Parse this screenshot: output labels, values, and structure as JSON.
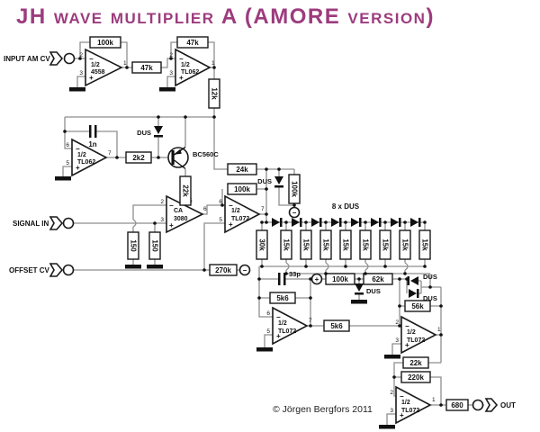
{
  "colors": {
    "title": "#9c3c7e",
    "wire": "#8e8e8e"
  },
  "t": {
    "title": "JH wave multiplier A (AMORE version)",
    "copyright": "© Jörgen Bergfors 2011",
    "in_am": "INPUT AM CV",
    "sig_in": "SIGNAL IN",
    "off_cv": "OFFSET CV",
    "out": "OUT",
    "half": "1/2",
    "u1": "4558",
    "u2": "TL062",
    "u3": "TL062",
    "u4a": "CA",
    "u4b": "3080",
    "u5": "TL072",
    "u6": "TL072",
    "u7": "TL072",
    "u8": "TL072",
    "n1": "1",
    "n2": "2",
    "n3": "3",
    "n5": "5",
    "n6": "6",
    "n7": "7",
    "plus": "+",
    "minus": "−",
    "r100k": "100k",
    "r47k": "47k",
    "r12k": "12k",
    "c1n": "1n",
    "r2k2": "2k2",
    "q1": "BC560C",
    "r22k": "22k",
    "r24k": "24k",
    "r150": "150",
    "r270k": "270k",
    "r30k": "30k",
    "r15k": "15k",
    "c33p": "33p",
    "r5k6": "5k6",
    "r62k": "62k",
    "r56k": "56k",
    "r220k": "220k",
    "r680": "680",
    "dus": "DUS",
    "chain": "8 x DUS"
  }
}
